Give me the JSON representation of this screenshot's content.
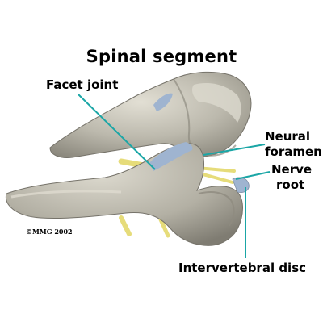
{
  "title": "Spinal segment",
  "labels": {
    "facet_joint": "Facet joint",
    "neural_foramen": [
      "Neural",
      "foramen"
    ],
    "nerve_root": [
      "Nerve",
      "root"
    ],
    "intervertebral_disc": "Intervertebral disc"
  },
  "copyright": "©MMG 2002",
  "colors": {
    "bone": "#b9b6a9",
    "bone_shadow": "#8e8b80",
    "bone_highlight": "#dedbd0",
    "nerve": "#e6dc7a",
    "facet_cartilage": "#9fb4d0",
    "leader_line": "#1aa6a6"
  }
}
